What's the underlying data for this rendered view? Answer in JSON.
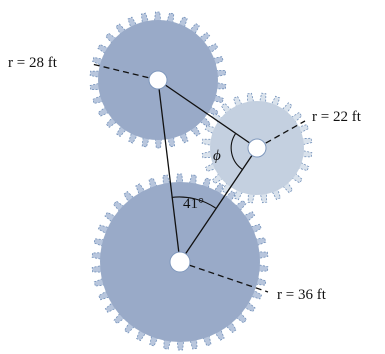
{
  "colors": {
    "large_gear_fill": "#98a9c7",
    "large_gear_teeth": "#b5c4dc",
    "small_gear_fill": "#c3d0df",
    "small_gear_teeth": "#d8e1ec",
    "gear_edge": "#6b8bb6",
    "hub": "#ffffff",
    "line": "#111111"
  },
  "gears": [
    {
      "id": "top-left",
      "radius_label": "r = 28 ft",
      "radius_ft": 28
    },
    {
      "id": "right",
      "radius_label": "r = 22 ft",
      "radius_ft": 22
    },
    {
      "id": "bottom",
      "radius_label": "r = 36 ft",
      "radius_ft": 36
    }
  ],
  "angles": {
    "bottom_angle": "41°",
    "right_angle": "ϕ"
  }
}
